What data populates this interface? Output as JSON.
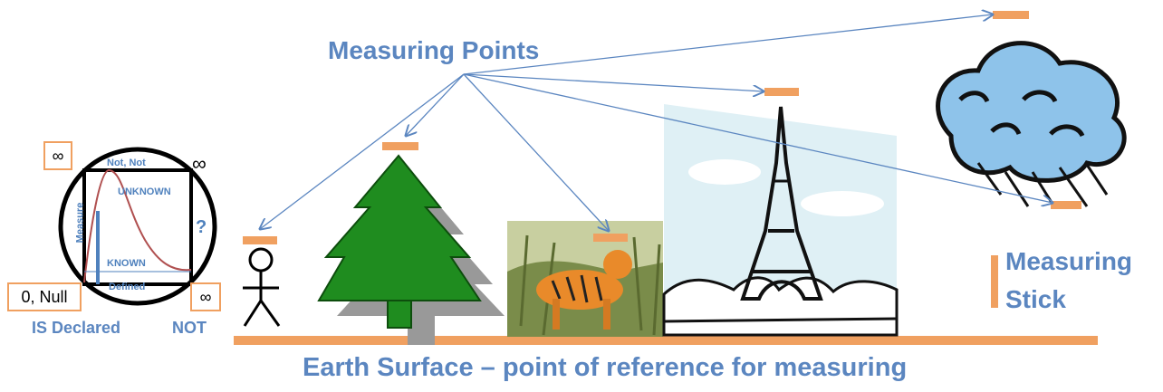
{
  "labels": {
    "measuring_points": "Measuring Points",
    "measuring_stick": "Measuring",
    "measuring_stick_2": "Stick",
    "earth_surface": "Earth Surface – point of reference for measuring"
  },
  "circle_diagram": {
    "infinity_top_left": "∞",
    "infinity_top_right": "∞",
    "infinity_bottom_right": "∞",
    "not_not": "Not, Not",
    "unknown": "UNKNOWN",
    "measure": "Measure",
    "question": "?",
    "known": "KNOWN",
    "defined": "Defined",
    "zero_null": "0, Null",
    "is_declared": "IS Declared",
    "not": "NOT"
  },
  "colors": {
    "accent_orange": "#f0a060",
    "text_blue": "#5b86c0",
    "tree_green": "#1f8c1f",
    "cloud_blue": "#8ec3ea"
  },
  "icons": [
    "stick-figure-icon",
    "tree-icon",
    "tiger-picture",
    "eiffel-tower-picture",
    "rain-cloud-icon"
  ]
}
